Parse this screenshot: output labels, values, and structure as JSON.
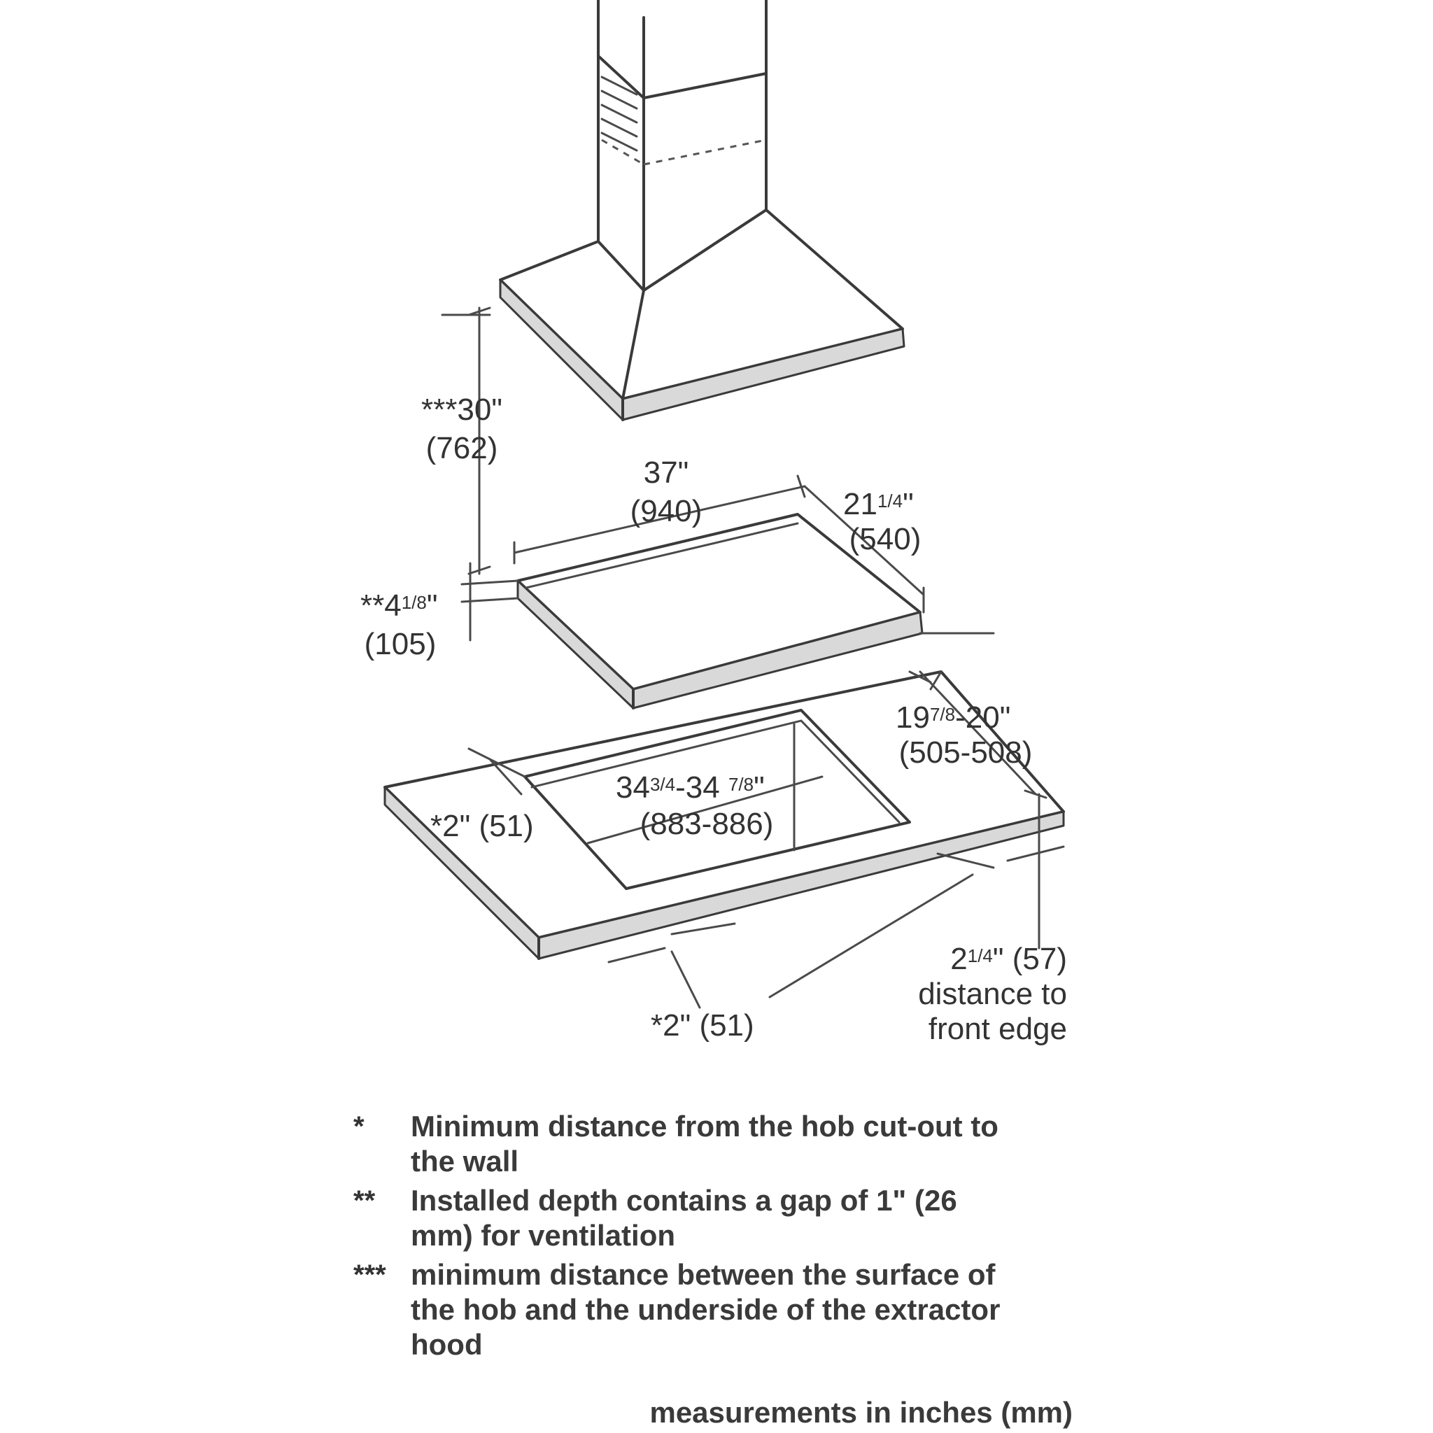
{
  "dimensions": {
    "hood_gap": {
      "line1": "***30\"",
      "line2": "(762)"
    },
    "depth": {
      "prefix": "**4",
      "frac": "1/8",
      "suffix": "\"",
      "mm": "(105)"
    },
    "width": {
      "line1": "37\"",
      "line2": "(940)"
    },
    "hob_depth": {
      "whole": "21",
      "frac": "1/4",
      "suffix": "\"",
      "mm": "(540)"
    },
    "cutout_depth": {
      "whole": "19",
      "frac": "7/8",
      "rest": "-20\"",
      "mm": "(505-508)"
    },
    "cutout_width": {
      "a": "34",
      "afrac": "3/4",
      "b": "-34 ",
      "bfrac": "7/8",
      "suffix": "\"",
      "mm": "(883-886)"
    },
    "side_left": "*2\" (51)",
    "side_front": "*2\" (51)",
    "front_edge": {
      "whole": "2",
      "frac": "1/4",
      "rest": "\" (57)",
      "line2": "distance to",
      "line3": "front edge"
    }
  },
  "notes": [
    {
      "mark": "*",
      "text": "Minimum distance from the hob cut-out to the wall"
    },
    {
      "mark": "**",
      "text": "Installed depth contains a gap of 1\" (26 mm) for ventilation"
    },
    {
      "mark": "***",
      "text": "minimum distance between the surface of the hob and the underside of the extractor hood"
    }
  ],
  "footer": "measurements in inches (mm)"
}
